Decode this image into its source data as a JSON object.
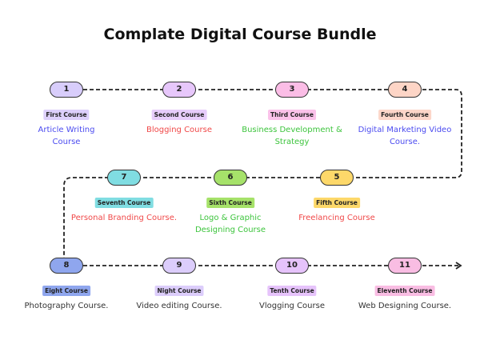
{
  "title": "Complate Digital Course Bundle",
  "courses": [
    {
      "num": "1",
      "tag": "First Course",
      "desc": "Article Writing Course",
      "node_color": "#d8cdfb",
      "tag_color": "#ddd0fb",
      "text_color": "#4b4bf0"
    },
    {
      "num": "2",
      "tag": "Second Course",
      "desc": "Blogging Course",
      "node_color": "#e7c7fb",
      "tag_color": "#e7cdfb",
      "text_color": "#f04848"
    },
    {
      "num": "3",
      "tag": "Third Course",
      "desc": "Business Development & Strategy",
      "node_color": "#fbbde6",
      "tag_color": "#fbc2ea",
      "text_color": "#3cc43c"
    },
    {
      "num": "4",
      "tag": "Fourth Course",
      "desc": "Digital Marketing Video Course.",
      "node_color": "#fdd5c6",
      "tag_color": "#fcd6c9",
      "text_color": "#4b4bf0"
    },
    {
      "num": "5",
      "tag": "Fifth Course",
      "desc": "Freelancing Course",
      "node_color": "#fdd86a",
      "tag_color": "#fdd86a",
      "text_color": "#f04848"
    },
    {
      "num": "6",
      "tag": "Sixth Course",
      "desc": "Logo & Graphic Designing Course",
      "node_color": "#a6e26a",
      "tag_color": "#a6e26a",
      "text_color": "#3cc43c"
    },
    {
      "num": "7",
      "tag": "Seventh Course",
      "desc": "Personal Branding Course.",
      "node_color": "#80dde2",
      "tag_color": "#80dde2",
      "text_color": "#f04848"
    },
    {
      "num": "8",
      "tag": "Eight Course",
      "desc": "Photography Course.",
      "node_color": "#8fa6ee",
      "tag_color": "#8fa6ee",
      "text_color": "#333333"
    },
    {
      "num": "9",
      "tag": "Night Course",
      "desc": "Video editing Course.",
      "node_color": "#dccdfb",
      "tag_color": "#dccdfb",
      "text_color": "#333333"
    },
    {
      "num": "10",
      "tag": "Tenth Course",
      "desc": "Vlogging Course",
      "node_color": "#e6c3fb",
      "tag_color": "#e6c3fb",
      "text_color": "#333333"
    },
    {
      "num": "11",
      "tag": "Eleventh Course",
      "desc": "Web Designing Course.",
      "node_color": "#f9bde3",
      "tag_color": "#f9bde3",
      "text_color": "#333333"
    }
  ]
}
